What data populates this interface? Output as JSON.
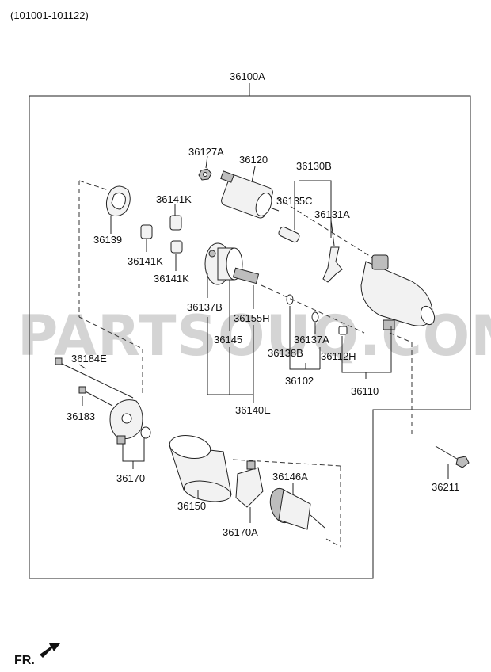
{
  "header": {
    "range": "(101001-101122)"
  },
  "watermark": "PARTSOUQ.COM",
  "assembly_label": "36100A",
  "direction_label": "FR.",
  "callouts": {
    "p36127A": "36127A",
    "p36120": "36120",
    "p36130B": "36130B",
    "p36141K_a": "36141K",
    "p36135C": "36135C",
    "p36131A": "36131A",
    "p36139": "36139",
    "p36141K_b": "36141K",
    "p36141K_c": "36141K",
    "p36137B": "36137B",
    "p36155H": "36155H",
    "p36145": "36145",
    "p36137A": "36137A",
    "p36138B": "36138B",
    "p36112H": "36112H",
    "p36184E": "36184E",
    "p36102": "36102",
    "p36110": "36110",
    "p36140E": "36140E",
    "p36183": "36183",
    "p36170": "36170",
    "p36146A": "36146A",
    "p36150": "36150",
    "p36211": "36211",
    "p36170A": "36170A"
  }
}
